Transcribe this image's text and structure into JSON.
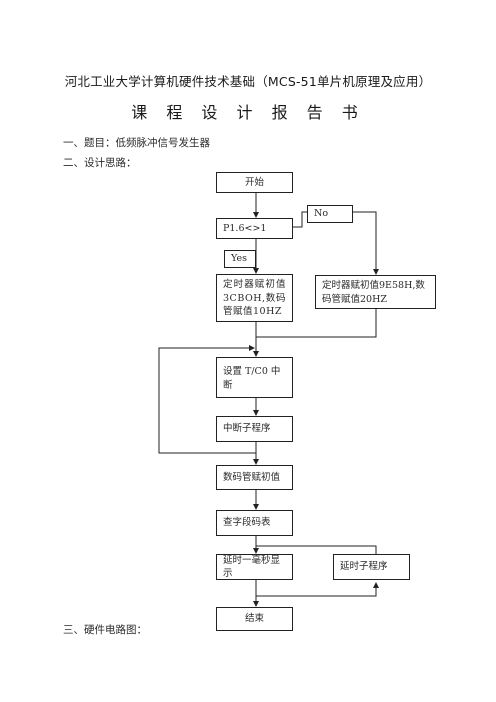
{
  "header": {
    "course_line": "河北工业大学计算机硬件技术基础（MCS-51单片机原理及应用）",
    "report_title": "课 程 设 计 报 告 书"
  },
  "sections": {
    "s1": "一、题目：低频脉冲信号发生器",
    "s2": "二、设计思路：",
    "s3": "三、硬件电路图："
  },
  "flowchart": {
    "start": "开始",
    "check": "P1.6<>1",
    "no_label": "No",
    "yes_label": "Yes",
    "timer_10hz": "定时器赋初值3CBOH,数码管赋值10HZ",
    "timer_20hz": "定时器赋初值9E58H,数码管赋值20HZ",
    "set_tc0": "设置 T/C0 中断",
    "isr": "中断子程序",
    "seg_init": "数码管赋初值",
    "lookup": "查字段码表",
    "delay_display": "延时一毫秒显示",
    "delay_sub": "延时子程序",
    "end": "结束"
  }
}
